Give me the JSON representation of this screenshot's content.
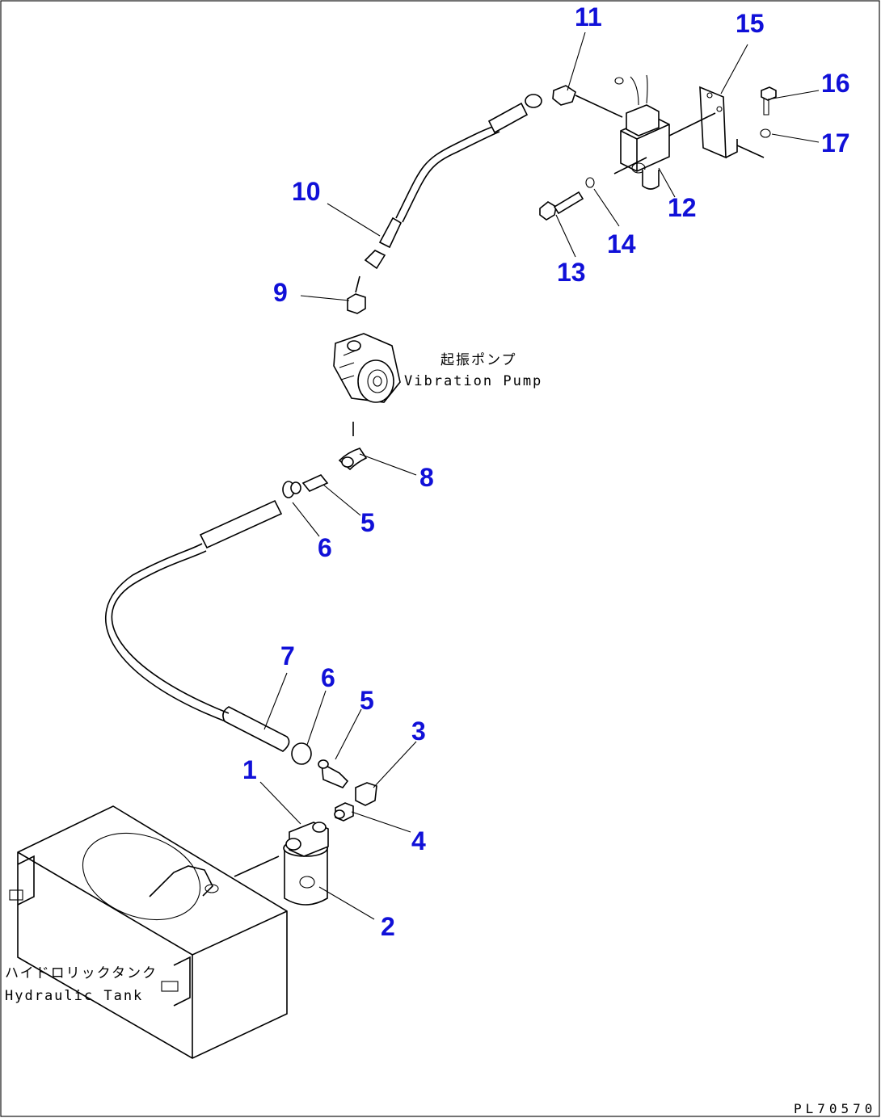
{
  "callouts": {
    "c1": "1",
    "c2": "2",
    "c3": "3",
    "c4": "4",
    "c5a": "5",
    "c5b": "5",
    "c6a": "6",
    "c6b": "6",
    "c7": "7",
    "c8": "8",
    "c9": "9",
    "c10": "10",
    "c11": "11",
    "c12": "12",
    "c13": "13",
    "c14": "14",
    "c15": "15",
    "c16": "16",
    "c17": "17"
  },
  "labels": {
    "pump_jp": "起振ポンプ",
    "pump_en": "Vibration Pump",
    "tank_jp": "ハイドロリックタンク",
    "tank_en": "Hydraulic Tank"
  },
  "drawing_ref": "PL70570",
  "colors": {
    "callout": "#1010d8",
    "line": "#000000",
    "background": "#ffffff"
  }
}
